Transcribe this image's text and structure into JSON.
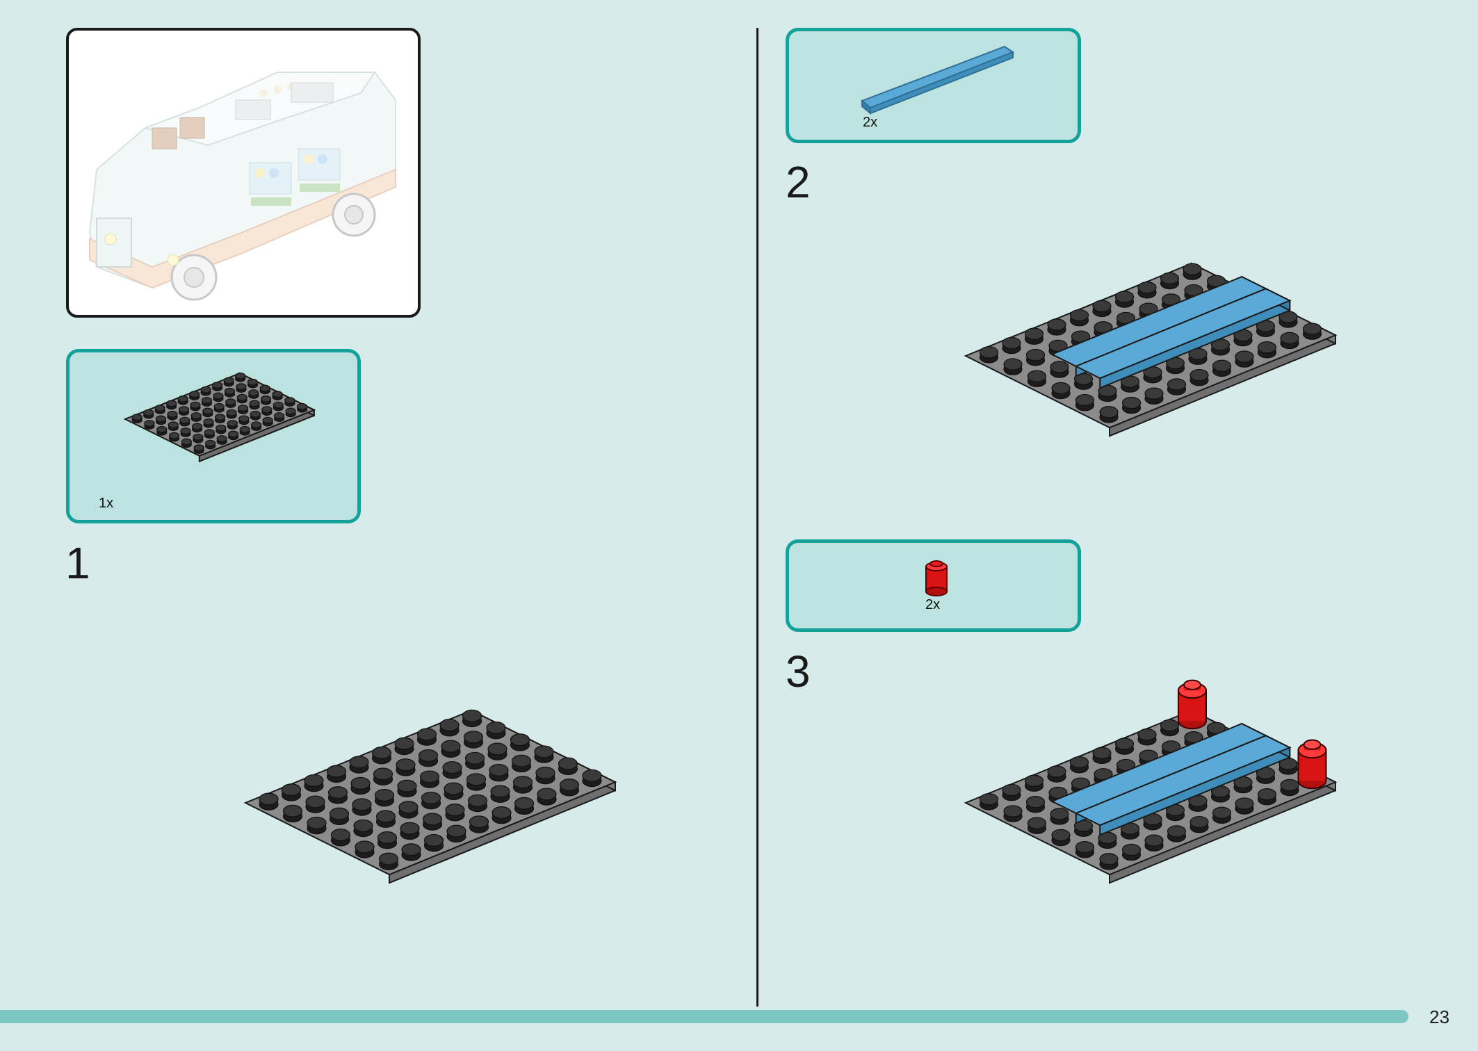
{
  "page_number": "23",
  "steps": [
    {
      "number": "1",
      "parts": [
        {
          "qty": "1x",
          "name": "dark-gray-plate-6x10"
        }
      ]
    },
    {
      "number": "2",
      "parts": [
        {
          "qty": "2x",
          "name": "azure-tile-1x8"
        }
      ]
    },
    {
      "number": "3",
      "parts": [
        {
          "qty": "2x",
          "name": "red-round-brick-1x1"
        }
      ]
    }
  ],
  "colors": {
    "background": "#d6ebea",
    "callout_border": "#14a19a",
    "callout_fill": "#bde3e1",
    "plate": "#8c8c8c",
    "tile": "#5aa9d6",
    "round_brick": "#e01515",
    "progress_bar": "#7cc7c2"
  }
}
